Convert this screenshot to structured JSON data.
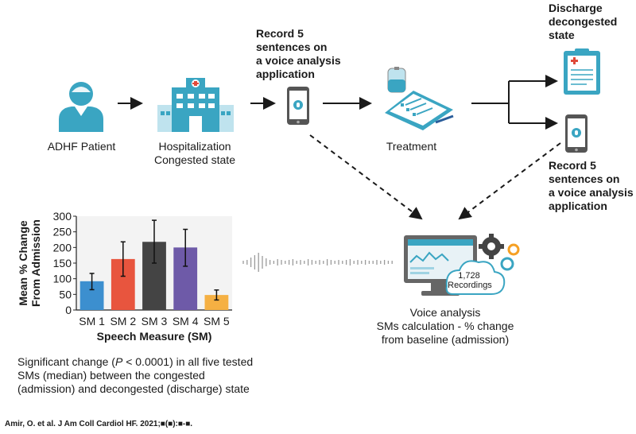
{
  "nodes": {
    "patient": "ADHF Patient",
    "hospital_line1": "Hospitalization",
    "hospital_line2": "Congested state",
    "record_top": [
      "Record 5",
      "sentences on",
      "a voice analysis",
      "application"
    ],
    "treatment": "Treatment",
    "discharge": [
      "Discharge",
      "decongested",
      "state"
    ],
    "record_right": [
      "Record 5",
      "sentences on",
      "a voice analysis",
      "application"
    ],
    "recordings_count": "1,728",
    "recordings_label": "Recordings",
    "voice_analysis": [
      "Voice analysis",
      "SMs calculation - % change",
      "from baseline (admission)"
    ]
  },
  "note": {
    "prefix": "Significant change (",
    "p": "P",
    "suffix": " < 0.0001) in all five tested SMs (median) between the congested (admission) and decongested (discharge) state"
  },
  "citation": "Amir, O. et al. J Am Coll Cardiol HF. 2021;■(■):■-■.",
  "colors": {
    "teal": "#3aa5c2",
    "teal_light": "#9fd3e3",
    "arrow": "#1a1a1a"
  },
  "chart_data": {
    "type": "bar",
    "categories": [
      "SM 1",
      "SM 2",
      "SM 3",
      "SM 4",
      "SM 5"
    ],
    "values": [
      92,
      163,
      218,
      200,
      48
    ],
    "error_low": [
      65,
      108,
      150,
      140,
      32
    ],
    "error_high": [
      117,
      218,
      287,
      258,
      64
    ],
    "colors": [
      "#3c8fcf",
      "#e8553e",
      "#444444",
      "#6e5aa8",
      "#f5b043"
    ],
    "xlabel": "Speech Measure (SM)",
    "ylabel": [
      "Mean % Change",
      "From Admission"
    ],
    "ylim": [
      0,
      300
    ],
    "yticks": [
      0,
      50,
      100,
      150,
      200,
      250,
      300
    ],
    "grid": false
  }
}
